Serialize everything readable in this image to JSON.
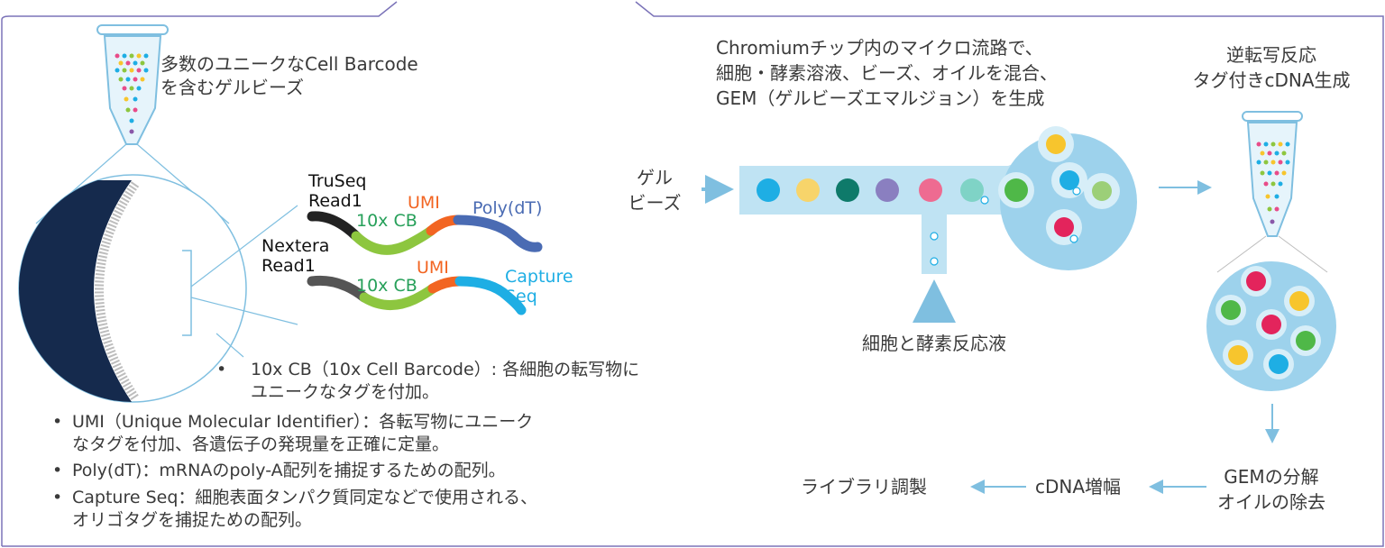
{
  "colors": {
    "border": "#7b73b8",
    "arrow": "#7fbfe0",
    "channel_fill": "#bfe3f3",
    "bead_dark": "#152a4d",
    "cb_green": "#8dc63f",
    "umi_orange": "#f26522",
    "polydt_blue": "#4a6bb3",
    "capture_cyan": "#1eaee4",
    "cb_text": "#27a05a"
  },
  "beads": {
    "title_line1": "多数のユニークなCell Barcode",
    "title_line2": "を含むゲルビーズ"
  },
  "oligo": {
    "truseq": "TruSeq",
    "read1_a": "Read1",
    "cb_a": "10x CB",
    "umi_a": "UMI",
    "polydt": "Poly(dT)",
    "nextera": "Nextera",
    "read1_b": "Read1",
    "cb_b": "10x CB",
    "umi_b": "UMI",
    "capture1": "Capture",
    "capture2": "Seq"
  },
  "bullets": {
    "cb_line1": "10x CB（10x Cell Barcode）: 各細胞の転写物に",
    "cb_line2": "ユニークなタグを付加。",
    "umi_line1": "UMI（Unique Molecular Identifier）：各転写物にユニーク",
    "umi_line2": "なタグを付加、各遺伝子の発現量を正確に定量。",
    "polydt": "Poly(dT)：mRNAのpoly-A配列を捕捉するための配列。",
    "cap_line1": "Capture Seq：細胞表面タンパク質同定などで使用される、",
    "cap_line2": "オリゴタグを捕捉ための配列。"
  },
  "chip": {
    "line1": "Chromiumチップ内のマイクロ流路で、",
    "line2": "細胞・酵素溶液、ビーズ、オイルを混合、",
    "line3": "GEM（ゲルビーズエマルジョン）を生成",
    "gel_line1": "ゲル",
    "gel_line2": "ビーズ",
    "cells_enzyme": "細胞と酵素反応液"
  },
  "rt": {
    "line1": "逆転写反応",
    "line2": "タグ付きcDNA生成"
  },
  "flow": {
    "gem_break1": "GEMの分解",
    "gem_break2": "オイルの除去",
    "cdna_amp": "cDNA増幅",
    "library": "ライブラリ調製"
  }
}
